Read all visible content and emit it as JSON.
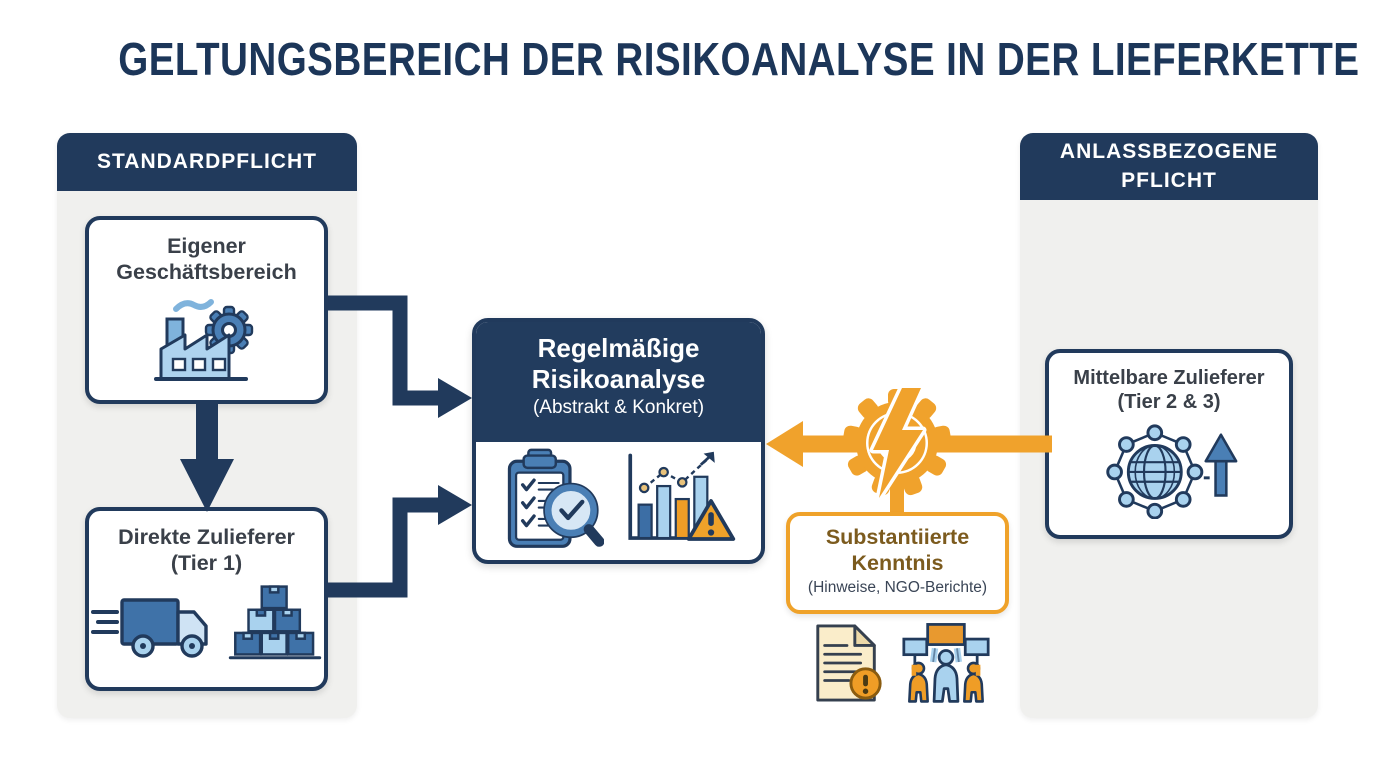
{
  "title": "GELTUNGSBEREICH DER RISIKOANALYSE IN DER LIEFERKETTE",
  "left_panel": {
    "header": "STANDARDPFLICHT",
    "box1": {
      "line1": "Eigener",
      "line2": "Geschäftsbereich",
      "icon": "factory-gear-icon"
    },
    "box2": {
      "line1": "Direkte Zulieferer",
      "line2": "(Tier 1)",
      "icons": [
        "delivery-truck-icon",
        "stacked-boxes-icon"
      ]
    }
  },
  "center_box": {
    "line1": "Regelmäßige",
    "line2": "Risikoanalyse",
    "subtitle": "(Abstrakt & Konkret)",
    "icons": [
      "checklist-magnifier-icon",
      "risk-bar-chart-icon"
    ]
  },
  "right_panel": {
    "header_line1": "ANLASSBEZOGENE",
    "header_line2": "PFLICHT",
    "box": {
      "line1": "Mittelbare Zulieferer",
      "line2": "(Tier 2 & 3)",
      "icon": "supply-network-globe-icon"
    }
  },
  "trigger": {
    "gear_icon": "gear-lightning-icon",
    "line1": "Substantiierte",
    "line2": "Kenntnis",
    "subtitle": "(Hinweise, NGO-Berichte)",
    "icons": [
      "report-document-alert-icon",
      "protest-people-icon"
    ]
  },
  "colors": {
    "navy": "#213A5C",
    "navy_fill": "#223C5E",
    "orange": "#F0A22C",
    "brown_text": "#7C5B1E",
    "panel_gray": "#F0F0EE",
    "light_blue": "#A9D2EE",
    "mid_blue": "#4A7FB5",
    "deep_blue": "#3C6EA5",
    "text_dark": "#3A4049"
  }
}
